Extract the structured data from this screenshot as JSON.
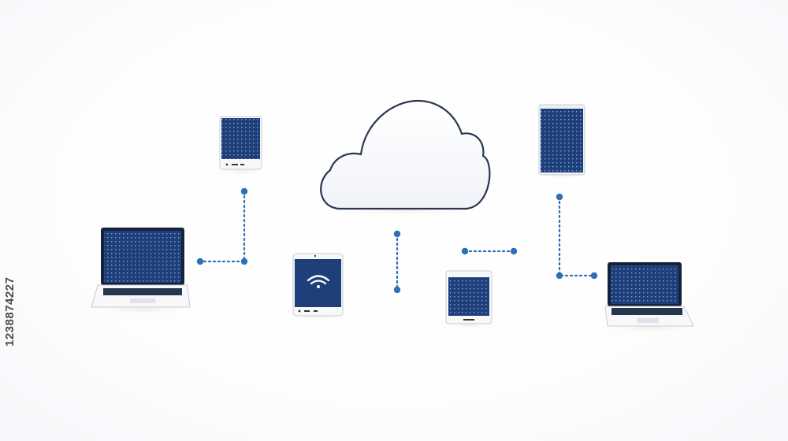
{
  "image_id_text": "1238874227",
  "colors": {
    "screen": "#1f3f7a",
    "screen_dark": "#0f2657",
    "connector": "#2f6fb8",
    "cloud_stroke": "#2a3750",
    "device_body": "#f7f8fa"
  },
  "nodes": [
    {
      "name": "cloud-icon",
      "kind": "cloud"
    },
    {
      "name": "tablet-top-left-icon",
      "kind": "tablet"
    },
    {
      "name": "tablet-top-right-icon",
      "kind": "tablet"
    },
    {
      "name": "laptop-left-icon",
      "kind": "laptop"
    },
    {
      "name": "wifi-tablet-icon",
      "kind": "tablet-wifi"
    },
    {
      "name": "tablet-center-right-icon",
      "kind": "tablet"
    },
    {
      "name": "laptop-right-icon",
      "kind": "laptop"
    }
  ]
}
